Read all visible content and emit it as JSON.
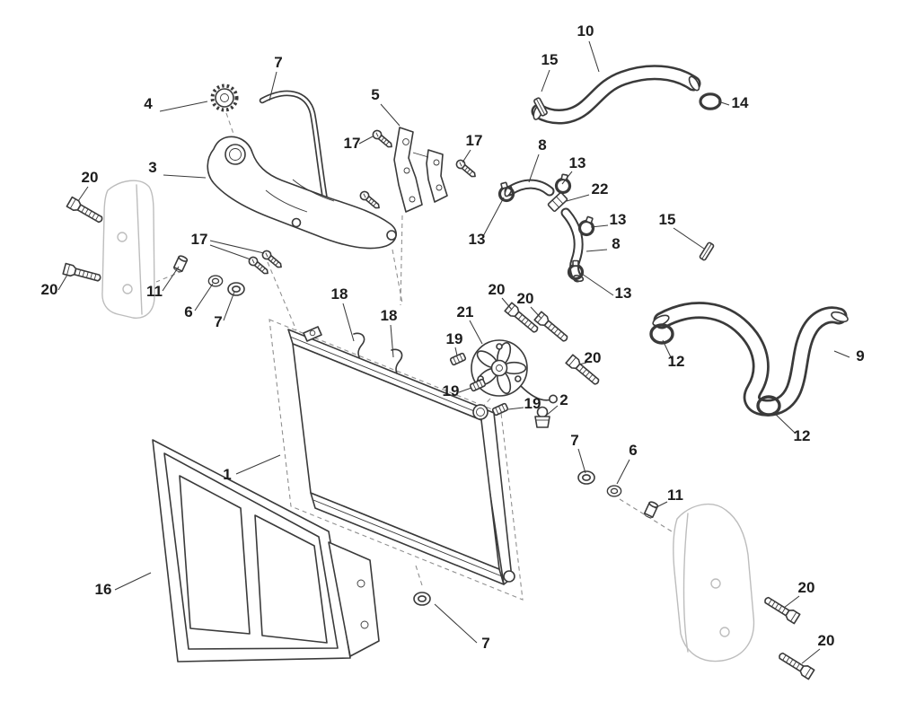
{
  "colors": {
    "line": "#3a3a3a",
    "label": "#1d1d1d",
    "ghost": "#bdbdbd",
    "dash": "#909090",
    "background": "#ffffff"
  },
  "callouts": [
    {
      "label": "7"
    },
    {
      "label": "4"
    },
    {
      "label": "5"
    },
    {
      "label": "17"
    },
    {
      "label": "15"
    },
    {
      "label": "10"
    },
    {
      "label": "14"
    },
    {
      "label": "17"
    },
    {
      "label": "3"
    },
    {
      "label": "8"
    },
    {
      "label": "13"
    },
    {
      "label": "22"
    },
    {
      "label": "13"
    },
    {
      "label": "8"
    },
    {
      "label": "13"
    },
    {
      "label": "15"
    },
    {
      "label": "20"
    },
    {
      "label": "17"
    },
    {
      "label": "20"
    },
    {
      "label": "11"
    },
    {
      "label": "6"
    },
    {
      "label": "7"
    },
    {
      "label": "18"
    },
    {
      "label": "18"
    },
    {
      "label": "20"
    },
    {
      "label": "20"
    },
    {
      "label": "21"
    },
    {
      "label": "19"
    },
    {
      "label": "13"
    },
    {
      "label": "12"
    },
    {
      "label": "9"
    },
    {
      "label": "19"
    },
    {
      "label": "19"
    },
    {
      "label": "2"
    },
    {
      "label": "20"
    },
    {
      "label": "12"
    },
    {
      "label": "1"
    },
    {
      "label": "7"
    },
    {
      "label": "6"
    },
    {
      "label": "11"
    },
    {
      "label": "16"
    },
    {
      "label": "7"
    },
    {
      "label": "20"
    },
    {
      "label": "20"
    }
  ]
}
